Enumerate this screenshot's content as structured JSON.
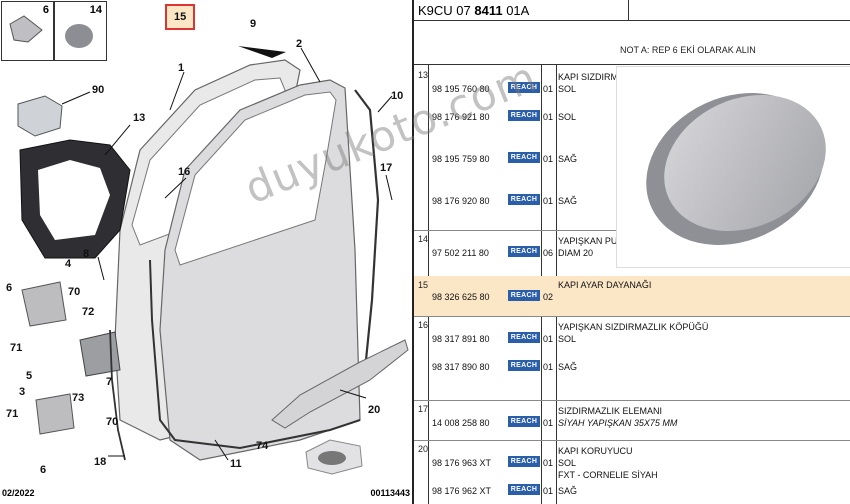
{
  "diagram": {
    "highlight_callout": "15",
    "callouts": [
      "6",
      "14",
      "15",
      "9",
      "90",
      "1",
      "2",
      "10",
      "13",
      "16",
      "17",
      "8",
      "4",
      "6",
      "70",
      "72",
      "71",
      "5",
      "7",
      "3",
      "73",
      "71",
      "70",
      "6",
      "18",
      "11",
      "74",
      "20"
    ],
    "date": "02/2022",
    "figure_id": "00113443",
    "watermark": "duyukoto.com"
  },
  "reference": {
    "prefix": "K9CU 07 ",
    "bold": "8411",
    "suffix": " 01A"
  },
  "note": "NOT A: REP 6 EKİ OLARAK ALIN",
  "rows": [
    {
      "no": "13",
      "items": [
        {
          "pn": "98 195 760 80",
          "reach": "REACH",
          "qty": "01",
          "desc": [
            "KAPI SIZDIRMAZLIK ELEMANI",
            "SOL"
          ]
        },
        {
          "pn": "98 176 921 80",
          "reach": "REACH",
          "qty": "01",
          "desc": [
            "SOL"
          ]
        },
        {
          "pn": "98 195 759 80",
          "reach": "REACH",
          "qty": "01",
          "desc": [
            "SAĞ"
          ]
        },
        {
          "pn": "98 176 920 80",
          "reach": "REACH",
          "qty": "01",
          "desc": [
            "SAĞ"
          ]
        }
      ]
    },
    {
      "no": "14",
      "items": [
        {
          "pn": "97 502 211 80",
          "reach": "REACH",
          "qty": "06",
          "desc": [
            "YAPIŞKAN PUL",
            "DIAM 20"
          ]
        }
      ]
    },
    {
      "no": "15",
      "items": [
        {
          "pn": "98 326 625 80",
          "reach": "REACH",
          "qty": "02",
          "desc": [
            "KAPI AYAR DAYANAĞI"
          ]
        }
      ]
    },
    {
      "no": "16",
      "items": [
        {
          "pn": "98 317 891 80",
          "reach": "REACH",
          "qty": "01",
          "desc": [
            "YAPIŞKAN SIZDIRMAZLIK KÖPÜĞÜ",
            "SOL"
          ]
        },
        {
          "pn": "98 317 890 80",
          "reach": "REACH",
          "qty": "01",
          "desc": [
            "SAĞ"
          ]
        }
      ]
    },
    {
      "no": "17",
      "items": [
        {
          "pn": "14 008 258 80",
          "reach": "REACH",
          "qty": "01",
          "desc": [
            "SIZDIRMAZLIK ELEMANI",
            "SİYAH YAPIŞKAN 35X75 MM"
          ]
        }
      ]
    },
    {
      "no": "20",
      "items": [
        {
          "pn": "98 176 963 XT",
          "reach": "REACH",
          "qty": "01",
          "desc": [
            "KAPI KORUYUCU",
            "SOL",
            "FXT - CORNELIE SİYAH"
          ]
        },
        {
          "pn": "98 176 962 XT",
          "reach": "REACH",
          "qty": "01",
          "desc": [
            "SAĞ"
          ]
        }
      ]
    }
  ]
}
